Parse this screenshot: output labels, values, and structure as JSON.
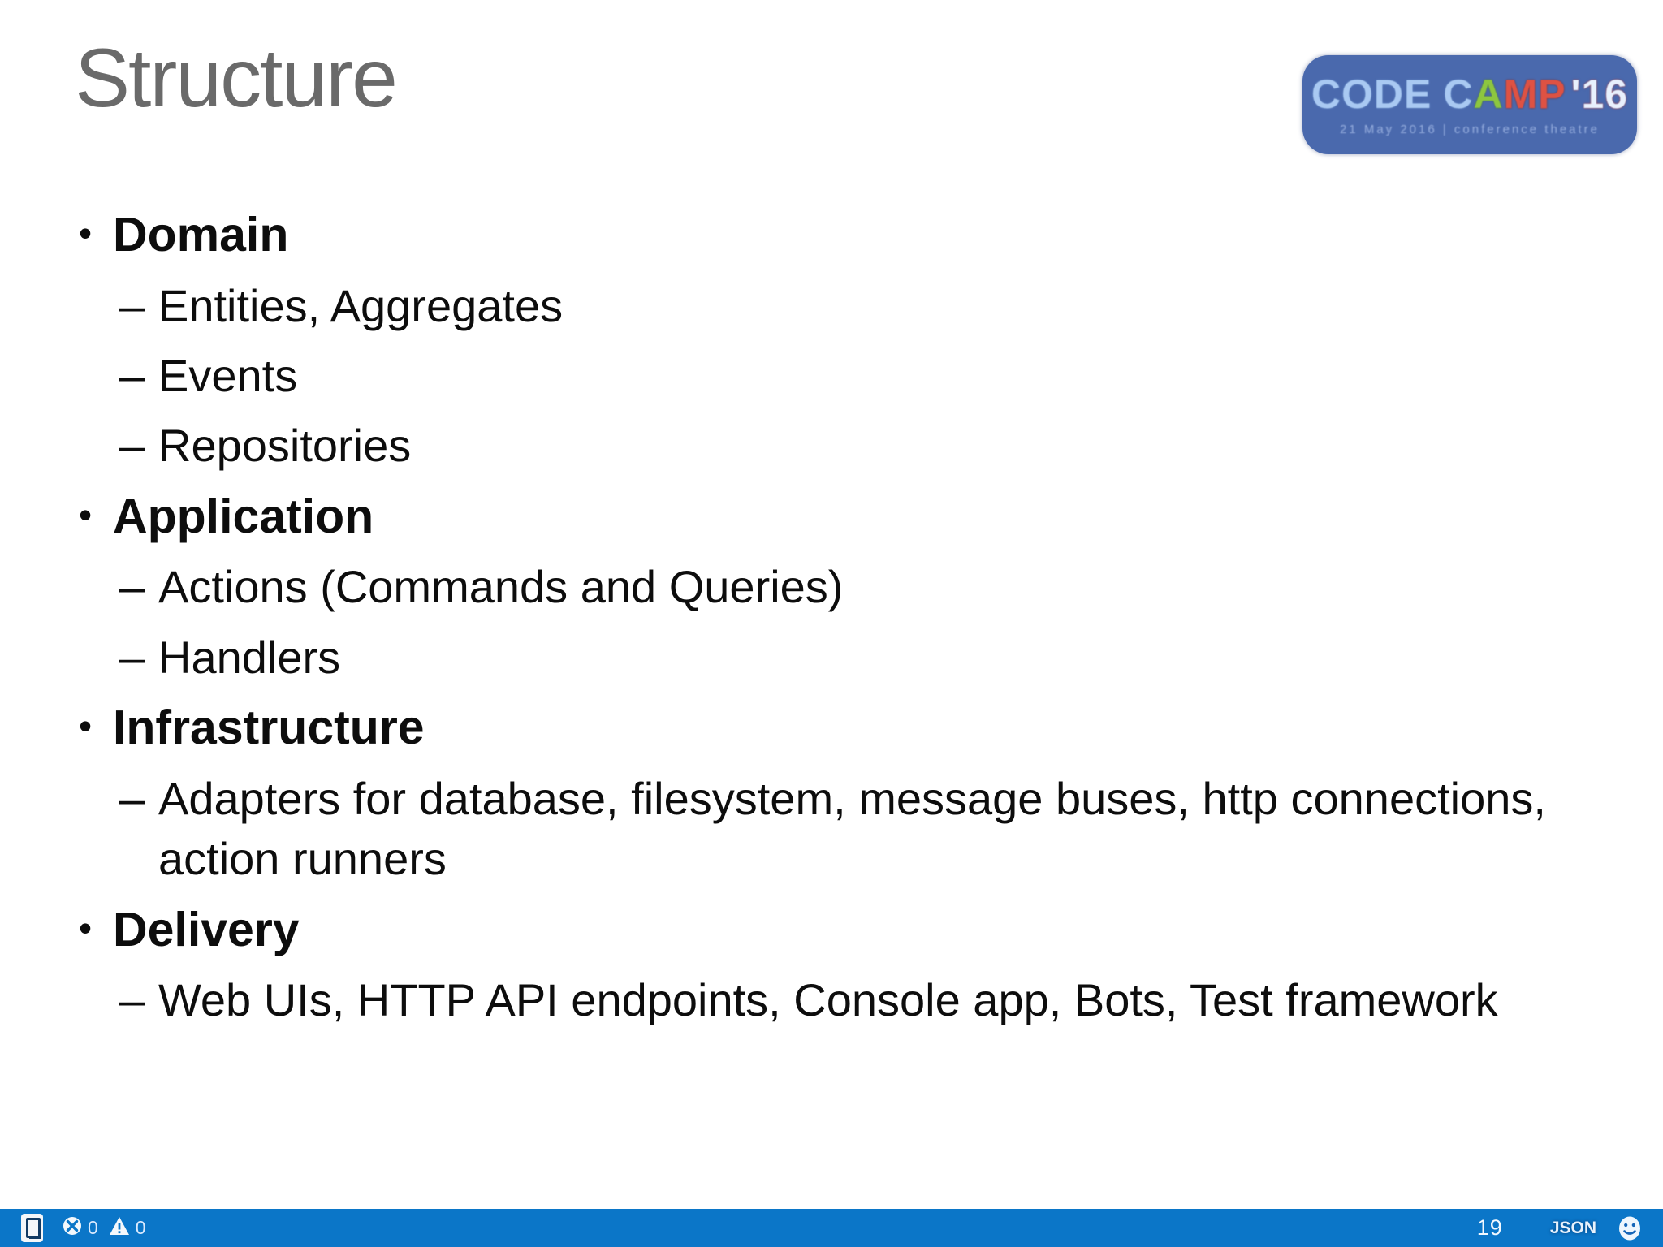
{
  "slide": {
    "title": "Structure",
    "bullets": [
      {
        "label": "Domain",
        "children": [
          "Entities, Aggregates",
          "Events",
          "Repositories"
        ]
      },
      {
        "label": "Application",
        "children": [
          "Actions (Commands and Queries)",
          "Handlers"
        ]
      },
      {
        "label": "Infrastructure",
        "children": [
          "Adapters for database, filesystem, message buses, http connections, action runners"
        ]
      },
      {
        "label": "Delivery",
        "children": [
          "Web UIs, HTTP API endpoints, Console app, Bots, Test framework"
        ]
      }
    ]
  },
  "logo": {
    "code": "CODE",
    "camp_c": "C",
    "camp_a": "A",
    "camp_mp": "MP",
    "year": "'16",
    "tagline": "21 May 2016  |  conference theatre",
    "badge_color": "#4a69ad"
  },
  "status_bar": {
    "background_color": "#0b76c8",
    "error_count": "0",
    "warning_count": "0",
    "page_number": "19",
    "language_mode": "JSON"
  }
}
